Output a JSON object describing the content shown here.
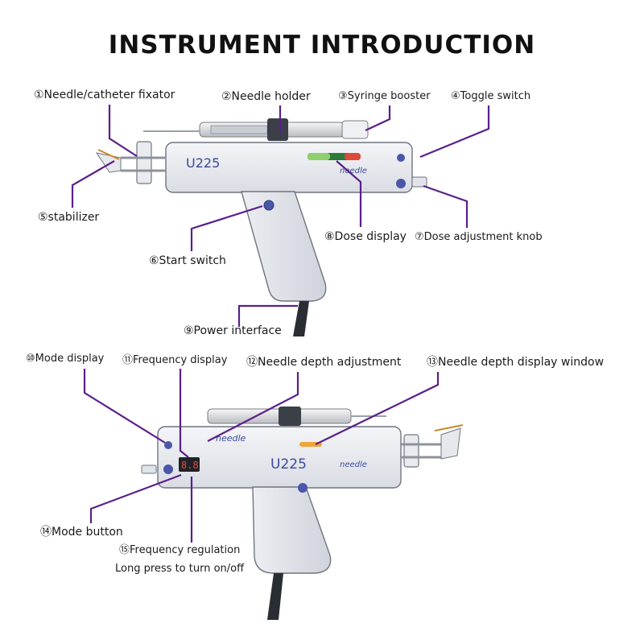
{
  "title": "INSTRUMENT INTRODUCTION",
  "colors": {
    "leader": "#5a1f8a",
    "body": "#e6e8ee",
    "outline": "#6f7480",
    "accent": "#3a4a9a"
  },
  "device": {
    "model": "U225",
    "brand": "needle"
  },
  "top_view": {
    "labels": [
      {
        "id": "needle-catheter-fixator",
        "text": "①Needle/catheter fixator"
      },
      {
        "id": "needle-holder",
        "text": "②Needle holder"
      },
      {
        "id": "syringe-booster",
        "text": "③Syringe booster"
      },
      {
        "id": "toggle-switch",
        "text": "④Toggle switch"
      },
      {
        "id": "stabilizer",
        "text": "⑤stabilizer"
      },
      {
        "id": "start-switch",
        "text": "⑥Start switch"
      },
      {
        "id": "dose-adjustment-knob",
        "text": "⑦Dose adjustment knob"
      },
      {
        "id": "dose-display",
        "text": "⑧Dose display"
      },
      {
        "id": "power-interface",
        "text": "⑨Power interface"
      }
    ]
  },
  "bottom_view": {
    "labels": [
      {
        "id": "mode-display",
        "text": "⑩Mode display"
      },
      {
        "id": "frequency-display",
        "text": "⑪Frequency display"
      },
      {
        "id": "needle-depth-adjustment",
        "text": "⑫Needle depth adjustment"
      },
      {
        "id": "needle-depth-display-window",
        "text": "⑬Needle depth display window"
      },
      {
        "id": "mode-button",
        "text": "⑭Mode button"
      },
      {
        "id": "frequency-regulation",
        "text": "⑮Frequency regulation"
      },
      {
        "id": "long-press-note",
        "text": "Long press to turn on/off"
      }
    ]
  }
}
